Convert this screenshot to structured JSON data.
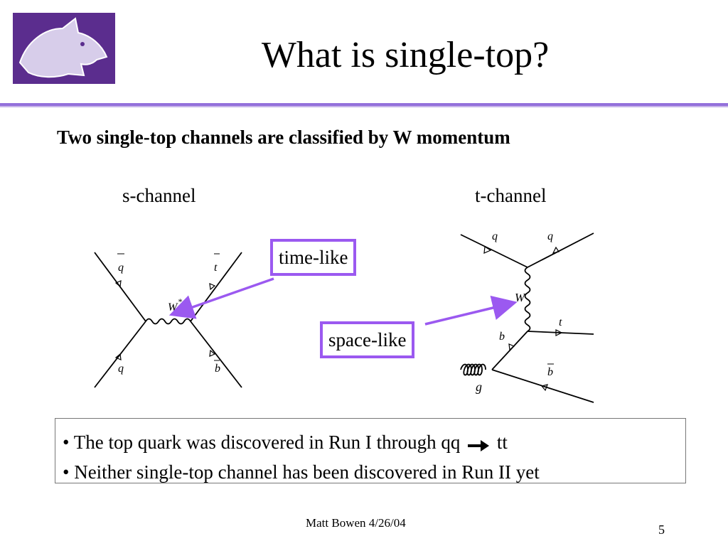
{
  "slide": {
    "title": "What is single-top?",
    "subtitle": "Two single-top channels are classified by W momentum",
    "footer": "Matt Bowen 4/26/04",
    "page_number": "5"
  },
  "logo": {
    "icon": "husky-logo-icon",
    "bg_color": "#5b2d8e"
  },
  "diagrams": {
    "s_channel": {
      "label": "s-channel",
      "q_bar": "q",
      "t_bar": "t",
      "w_star": "W",
      "star": "*",
      "q": "q",
      "b_bar": "b"
    },
    "t_channel": {
      "label": "t-channel",
      "q_in": "q",
      "q_out": "q",
      "w": "W",
      "t": "t",
      "b": "b",
      "b_bar": "b",
      "g": "g"
    }
  },
  "callouts": {
    "time_like": "time-like",
    "space_like": "space-like",
    "color": "#9b59f0"
  },
  "bullets": {
    "line1_prefix": "• The top quark was discovered in Run I through qq",
    "line1_suffix": "tt",
    "line2": "• Neither single-top channel has been discovered in Run II yet"
  }
}
